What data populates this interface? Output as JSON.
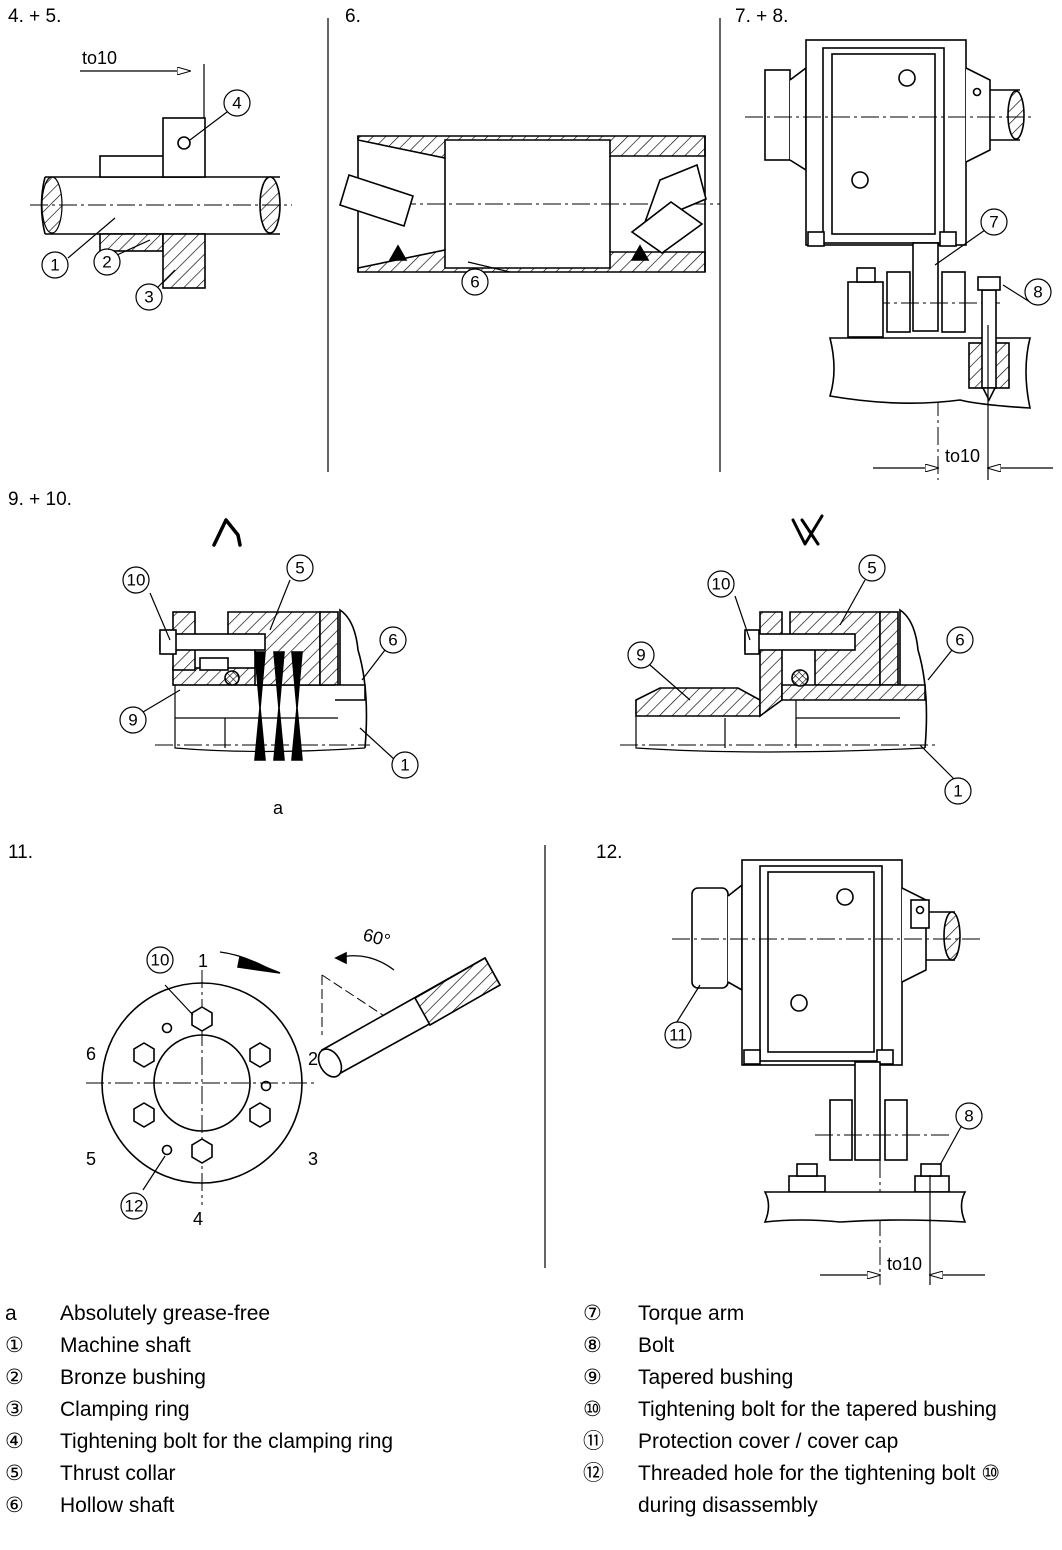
{
  "steps": {
    "s45": "4. + 5.",
    "s6": "6.",
    "s78": "7. + 8.",
    "s910": "9. + 10.",
    "s11": "11.",
    "s12": "12."
  },
  "dimension": "to10",
  "grease_free_mark": "a",
  "positions": {
    "p1": "1",
    "p2": "2",
    "p3": "3",
    "p4": "4",
    "p5": "5",
    "p6": "6"
  },
  "rotation_angle": "60°",
  "callouts": {
    "c1": "1",
    "c2": "2",
    "c3": "3",
    "c4": "4",
    "c5": "5",
    "c6": "6",
    "c7": "7",
    "c8": "8",
    "c9": "9",
    "c10": "10",
    "c11": "11",
    "c12": "12"
  },
  "legend_left": [
    {
      "key": "a",
      "text": "Absolutely grease-free"
    },
    {
      "key": "①",
      "text": "Machine shaft"
    },
    {
      "key": "②",
      "text": "Bronze bushing"
    },
    {
      "key": "③",
      "text": "Clamping ring"
    },
    {
      "key": "④",
      "text": "Tightening bolt for the clamping ring"
    },
    {
      "key": "⑤",
      "text": "Thrust collar"
    },
    {
      "key": "⑥",
      "text": "Hollow shaft"
    }
  ],
  "legend_right": [
    {
      "key": "⑦",
      "text": "Torque arm"
    },
    {
      "key": "⑧",
      "text": "Bolt"
    },
    {
      "key": "⑨",
      "text": "Tapered bushing"
    },
    {
      "key": "⑩",
      "text": "Tightening bolt for the tapered bushing"
    },
    {
      "key": "⑪",
      "text": "Protection cover / cover cap"
    },
    {
      "key": "⑫",
      "text": "Threaded hole for the tightening bolt ⑩ during disassembly"
    }
  ]
}
